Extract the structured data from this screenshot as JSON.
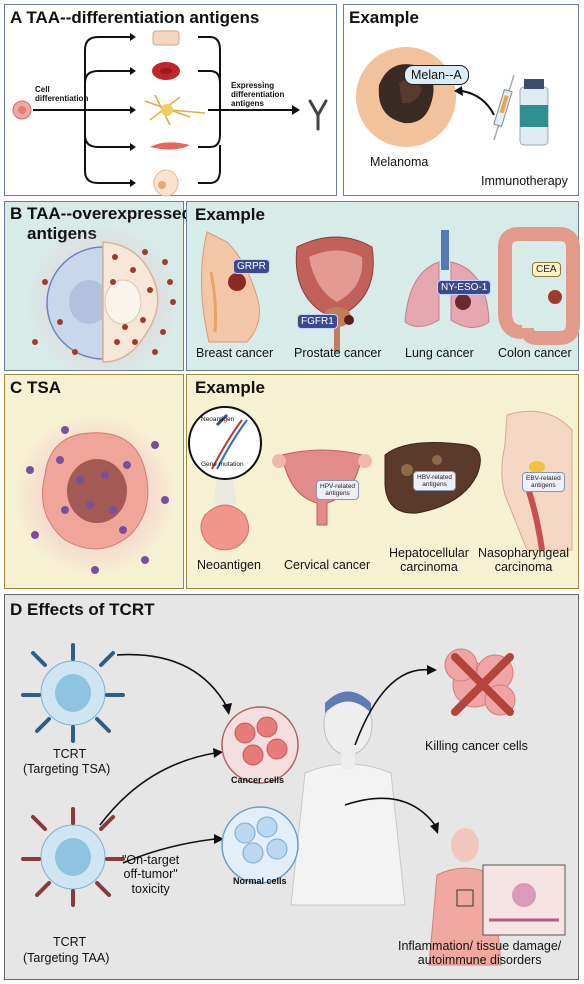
{
  "panelA": {
    "title": "A TAA--differentiation antigens",
    "cell_diff": "Cell\ndifferentiation",
    "expressing": "Expressing\ndifferentiation\nantigens"
  },
  "panelA_example": {
    "title": "Example",
    "melan": "Melan--A",
    "melanoma": "Melanoma",
    "immunotherapy": "Immunotherapy"
  },
  "panelB": {
    "title_line1": "B TAA--overexpressed",
    "title_line2": "antigens"
  },
  "panelB_example": {
    "title": "Example",
    "grpr": "GRPR",
    "fgfr1": "FGFR1",
    "nyeso": "NY-ESO-1",
    "cea": "CEA",
    "breast": "Breast cancer",
    "prostate": "Prostate cancer",
    "lung": "Lung cancer",
    "colon": "Colon cancer"
  },
  "panelC": {
    "title": "C TSA"
  },
  "panelC_example": {
    "title": "Example",
    "neoantigen_inner": "Neoantigen",
    "gene_mutation": "Gene mutation",
    "hpv": "HPV-related\nantigens",
    "hbv": "HBV-related\nantigens",
    "ebv": "EBV-related\nantigens",
    "neoantigen": "Neoantigen",
    "cervical": "Cervical cancer",
    "hepato": "Hepatocellular\ncarcinoma",
    "naso": "Nasopharyngeal\ncarcinoma"
  },
  "panelD": {
    "title": "D Effects of TCRT",
    "tcrt_tsa_1": "TCRT",
    "tcrt_tsa_2": "(Targeting TSA)",
    "cancer_cells": "Cancer cells",
    "killing": "Killing cancer cells",
    "on_target": "\"On-target\noff-tumor\"\ntoxicity",
    "normal_cells": "Normal cells",
    "tcrt_taa_1": "TCRT",
    "tcrt_taa_2": "(Targeting TAA)",
    "inflammation": "Inflammation/ tissue damage/\nautoimmune disorders"
  }
}
